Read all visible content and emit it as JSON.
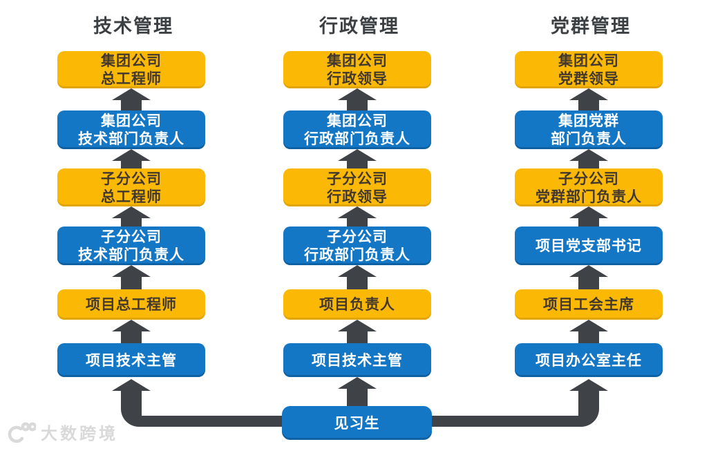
{
  "colors": {
    "yellow": "#FBB905",
    "blue": "#1377C6",
    "arrow": "#3F4347",
    "header_text": "#3C4043",
    "yellow_text": "#42382E",
    "blue_text": "#FFFFFF",
    "watermark_text": "#D9D9D9"
  },
  "columns": [
    {
      "header": "技术管理",
      "levels": [
        {
          "line1": "集团公司",
          "line2": "总工程师",
          "style": "yellow"
        },
        {
          "line1": "集团公司",
          "line2": "技术部门负责人",
          "style": "blue"
        },
        {
          "line1": "子分公司",
          "line2": "总工程师",
          "style": "yellow"
        },
        {
          "line1": "子分公司",
          "line2": "技术部门负责人",
          "style": "blue"
        },
        {
          "line1": "项目总工程师",
          "style": "yellow"
        },
        {
          "line1": "项目技术主管",
          "style": "blue"
        }
      ]
    },
    {
      "header": "行政管理",
      "levels": [
        {
          "line1": "集团公司",
          "line2": "行政领导",
          "style": "yellow"
        },
        {
          "line1": "集团公司",
          "line2": "行政部门负责人",
          "style": "blue"
        },
        {
          "line1": "子分公司",
          "line2": "行政领导",
          "style": "yellow"
        },
        {
          "line1": "子分公司",
          "line2": "行政部门负责人",
          "style": "blue"
        },
        {
          "line1": "项目负责人",
          "style": "yellow"
        },
        {
          "line1": "项目技术主管",
          "style": "blue"
        }
      ]
    },
    {
      "header": "党群管理",
      "levels": [
        {
          "line1": "集团公司",
          "line2": "党群领导",
          "style": "yellow"
        },
        {
          "line1": "集团党群",
          "line2": "部门负责人",
          "style": "blue"
        },
        {
          "line1": "子分公司",
          "line2": "党群部门负责人",
          "style": "yellow"
        },
        {
          "line1": "项目党支部书记",
          "style": "blue"
        },
        {
          "line1": "项目工会主席",
          "style": "yellow"
        },
        {
          "line1": "项目办公室主任",
          "style": "blue"
        }
      ]
    }
  ],
  "start_node": {
    "label": "见习生"
  },
  "watermark": {
    "label": "大数跨境"
  }
}
